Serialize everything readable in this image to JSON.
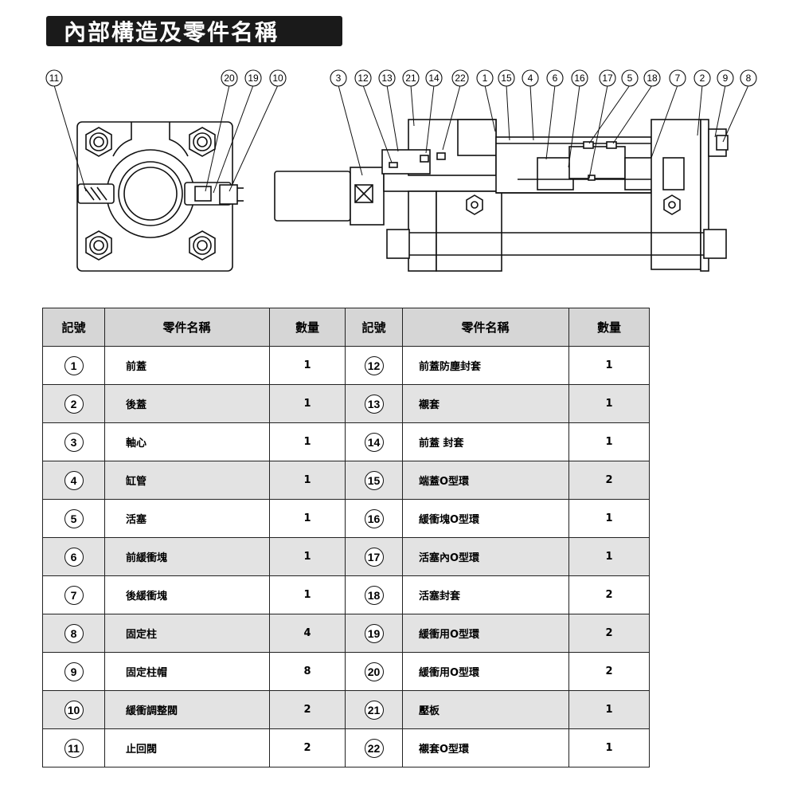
{
  "title": "內部構造及零件名稱",
  "callouts_left": [
    "11",
    "20",
    "19",
    "10"
  ],
  "callouts_right": [
    "3",
    "12",
    "13",
    "21",
    "14",
    "22",
    "1",
    "15",
    "4",
    "6",
    "16",
    "17",
    "5",
    "18",
    "7",
    "2",
    "9",
    "8"
  ],
  "table": {
    "headers": {
      "no": "記號",
      "name": "零件名稱",
      "qty": "數量",
      "no2": "記號",
      "name2": "零件名稱",
      "qty2": "數量"
    },
    "rows": [
      {
        "n1": "1",
        "p1": "前蓋",
        "q1": "1",
        "n2": "12",
        "p2": "前蓋防塵封套",
        "q2": "1"
      },
      {
        "n1": "2",
        "p1": "後蓋",
        "q1": "1",
        "n2": "13",
        "p2": "襯套",
        "q2": "1"
      },
      {
        "n1": "3",
        "p1": "軸心",
        "q1": "1",
        "n2": "14",
        "p2": "前蓋 封套",
        "q2": "1"
      },
      {
        "n1": "4",
        "p1": "缸管",
        "q1": "1",
        "n2": "15",
        "p2": "端蓋O型環",
        "q2": "2"
      },
      {
        "n1": "5",
        "p1": "活塞",
        "q1": "1",
        "n2": "16",
        "p2": "緩衝塊O型環",
        "q2": "1"
      },
      {
        "n1": "6",
        "p1": "前緩衝塊",
        "q1": "1",
        "n2": "17",
        "p2": "活塞內O型環",
        "q2": "1"
      },
      {
        "n1": "7",
        "p1": "後緩衝塊",
        "q1": "1",
        "n2": "18",
        "p2": "活塞封套",
        "q2": "2"
      },
      {
        "n1": "8",
        "p1": "固定柱",
        "q1": "4",
        "n2": "19",
        "p2": "緩衝用O型環",
        "q2": "2"
      },
      {
        "n1": "9",
        "p1": "固定柱帽",
        "q1": "8",
        "n2": "20",
        "p2": "緩衝用O型環",
        "q2": "2"
      },
      {
        "n1": "10",
        "p1": "緩衝調整閥",
        "q1": "2",
        "n2": "21",
        "p2": "壓板",
        "q2": "1"
      },
      {
        "n1": "11",
        "p1": "止回閥",
        "q1": "2",
        "n2": "22",
        "p2": "襯套O型環",
        "q2": "1"
      }
    ]
  }
}
